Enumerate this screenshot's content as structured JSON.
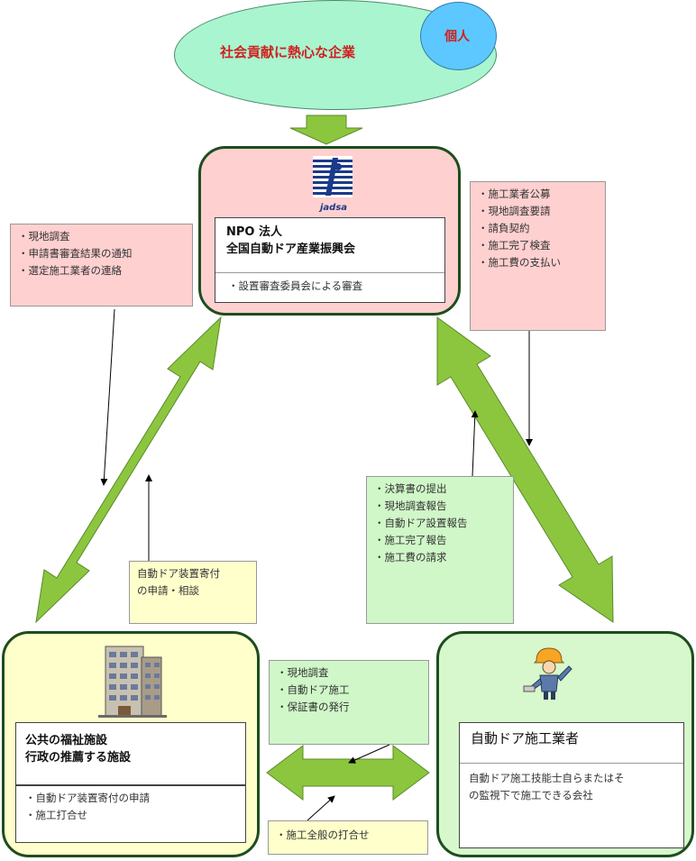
{
  "supporters": {
    "companies": "社会貢献に熱心な企業",
    "individuals": "個人"
  },
  "center": {
    "logo_text": "jadsa",
    "title_line1": "NPO 法人",
    "title_line2": "全国自動ドア産業振興会",
    "duty": "・設置審査委員会による審査"
  },
  "facility": {
    "title_line1": "公共の福祉施設",
    "title_line2": "行政の推薦する施設",
    "duties": [
      "・自動ドア装置寄付の申請",
      "・施工打合せ"
    ]
  },
  "contractor": {
    "title": "自動ドア施工業者",
    "description_line1": "自動ドア施工技能士自らまたはそ",
    "description_line2": "の監視下で施工できる会社"
  },
  "notes": {
    "center_to_facility": [
      "・現地調査",
      "・申請書審査結果の通知",
      "・選定施工業者の連絡"
    ],
    "center_to_contractor": [
      "・施工業者公募",
      "・現地調査要請",
      "・請負契約",
      "・施工完了検査",
      "・施工費の支払い"
    ],
    "facility_to_center": [
      "自動ドア装置寄付",
      "の申請・相談"
    ],
    "contractor_to_center": [
      "・決算書の提出",
      "・現地調査報告",
      "・自動ドア設置報告",
      "・施工完了報告",
      "・施工費の請求"
    ],
    "contractor_to_facility": [
      "・現地調査",
      "・自動ドア施工",
      "・保証書の発行"
    ],
    "facility_to_contractor": [
      "・施工全般の打合せ"
    ]
  },
  "colors": {
    "arrow_green": "#8cc63f",
    "node_border": "#1e4d1e",
    "supporter_text": "#d02020"
  }
}
